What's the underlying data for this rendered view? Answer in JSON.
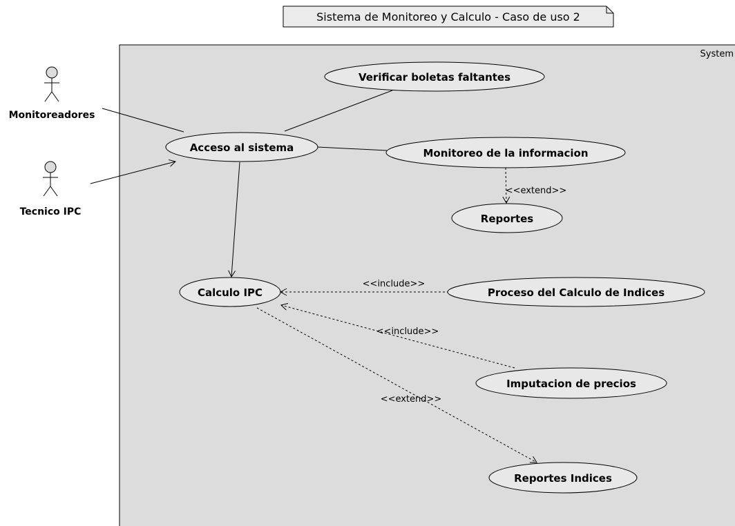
{
  "title": "Sistema de Monitoreo y Calculo - Caso de uso 2",
  "system_label": "System",
  "actors": [
    {
      "id": "monitoreadores",
      "label": "Monitoreadores"
    },
    {
      "id": "tecnico",
      "label": "Tecnico IPC"
    }
  ],
  "use_cases": [
    {
      "id": "verificar",
      "label": "Verificar boletas faltantes"
    },
    {
      "id": "acceso",
      "label": "Acceso al sistema"
    },
    {
      "id": "monitoreo",
      "label": "Monitoreo de la informacion"
    },
    {
      "id": "reportes",
      "label": "Reportes"
    },
    {
      "id": "calculo",
      "label": "Calculo IPC"
    },
    {
      "id": "proceso",
      "label": "Proceso del Calculo de Indices"
    },
    {
      "id": "imputacion",
      "label": "Imputacion de precios"
    },
    {
      "id": "reportes_indices",
      "label": "Reportes Indices"
    }
  ],
  "relations": [
    {
      "from": "monitoreadores",
      "to": "acceso",
      "kind": "association"
    },
    {
      "from": "tecnico",
      "to": "acceso",
      "kind": "association-arrow"
    },
    {
      "from": "acceso",
      "to": "verificar",
      "kind": "association"
    },
    {
      "from": "acceso",
      "to": "monitoreo",
      "kind": "association"
    },
    {
      "from": "acceso",
      "to": "calculo",
      "kind": "association-arrow"
    },
    {
      "from": "monitoreo",
      "to": "reportes",
      "kind": "extend",
      "label": "<<extend>>"
    },
    {
      "from": "proceso",
      "to": "calculo",
      "kind": "include",
      "label": "<<include>>"
    },
    {
      "from": "imputacion",
      "to": "calculo",
      "kind": "include",
      "label": "<<include>>"
    },
    {
      "from": "calculo",
      "to": "reportes_indices",
      "kind": "extend",
      "label": "<<extend>>"
    }
  ]
}
